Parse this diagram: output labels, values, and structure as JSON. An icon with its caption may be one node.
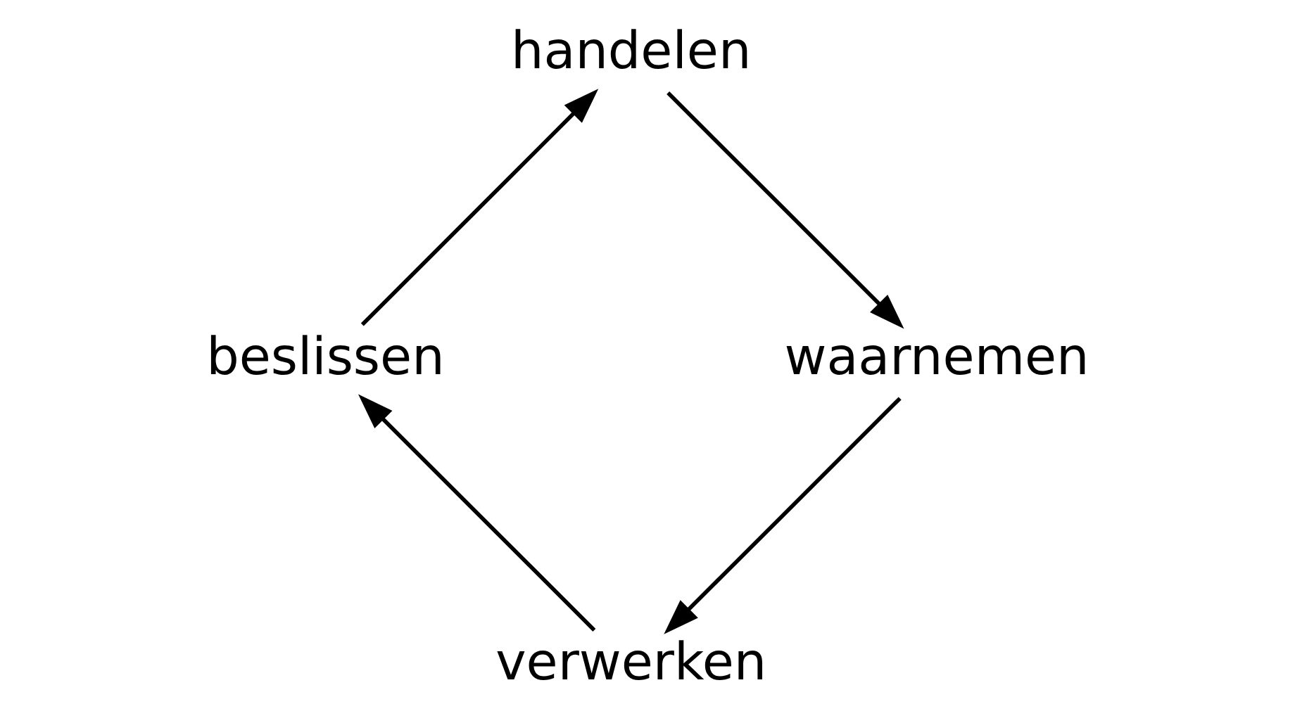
{
  "diagram": {
    "nodes": [
      {
        "text": [
          "verwerken"
        ]
      },
      {
        "text": [
          "waarnemen"
        ]
      },
      {
        "text": [
          "beslissen"
        ]
      },
      {
        "text": [
          "handelen"
        ]
      }
    ],
    "edges": [
      {
        "from": 1,
        "to": 0,
        "arrow": "to"
      },
      {
        "from": 0,
        "to": 2,
        "arrow": "to"
      },
      {
        "from": 3,
        "to": 1,
        "arrow": "to"
      },
      {
        "from": 2,
        "to": 3,
        "arrow": "to"
      }
    ]
  }
}
